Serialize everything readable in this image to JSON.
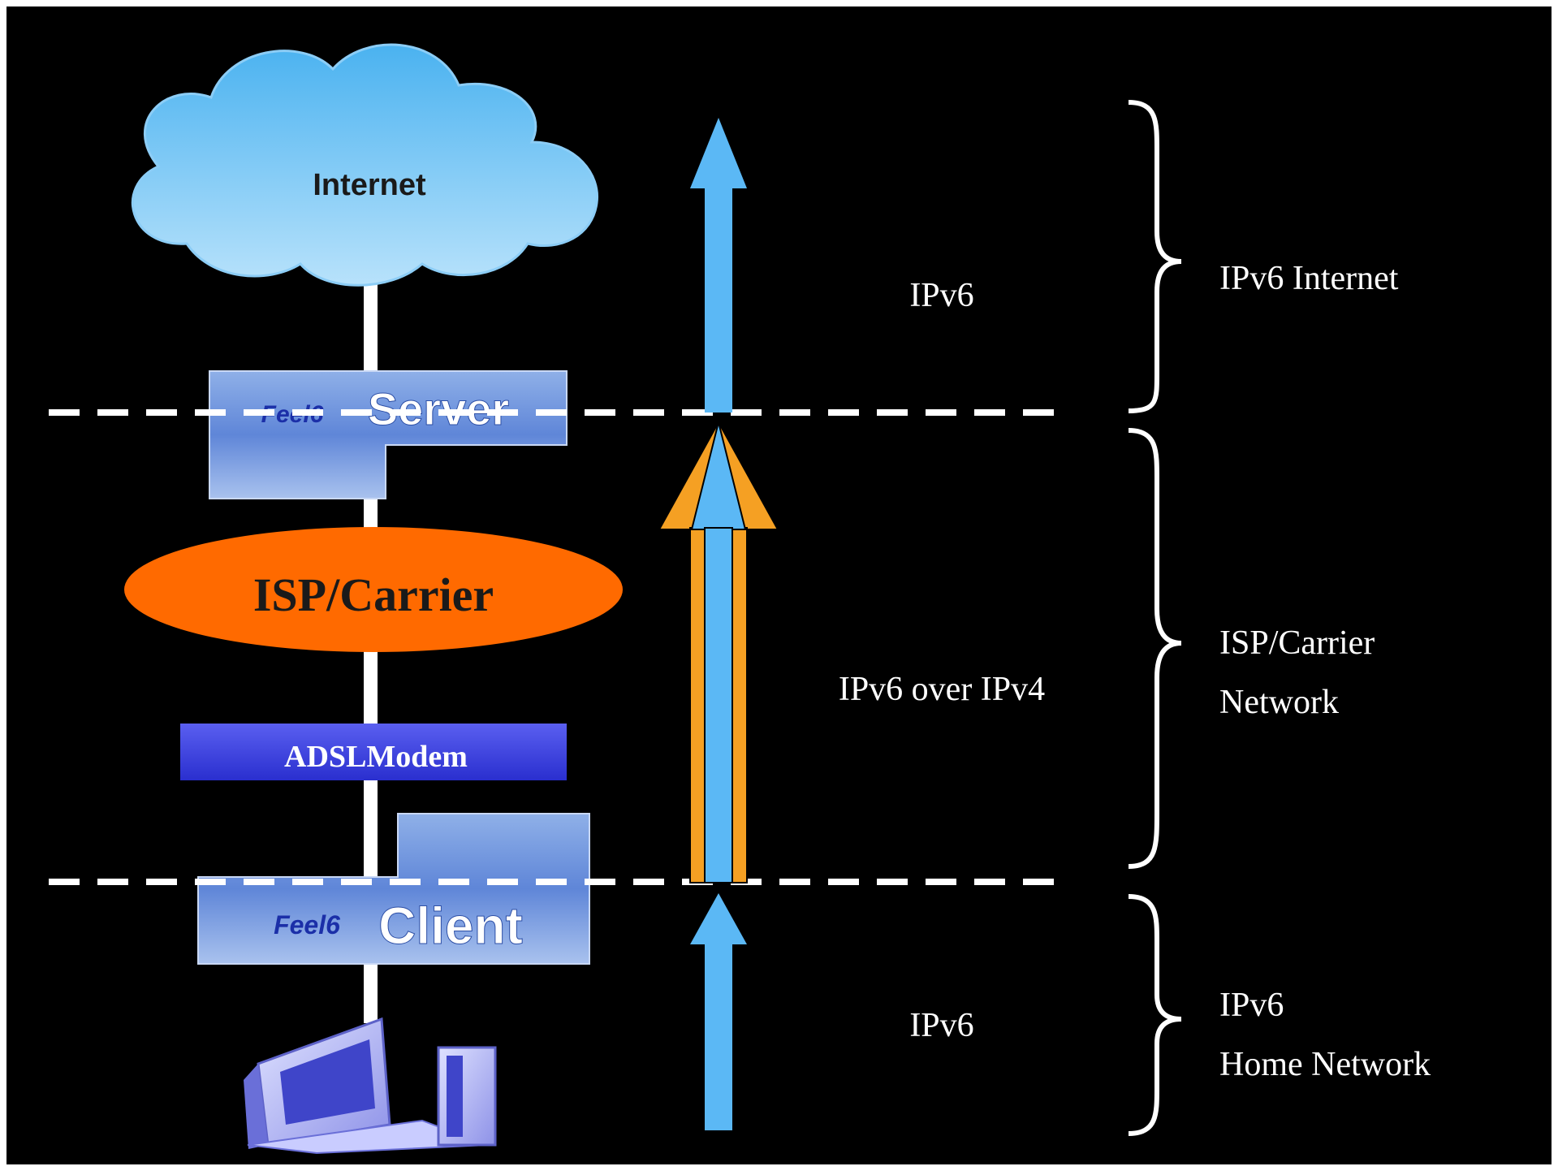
{
  "nodes": {
    "internet": "Internet",
    "server_logo": "Feel6",
    "server": "Server",
    "isp": "ISP/Carrier",
    "modem": "ADSLModem",
    "client_logo": "Feel6",
    "client": "Client"
  },
  "flows": {
    "top": "IPv6",
    "middle": "IPv6 over IPv4",
    "bottom": "IPv6"
  },
  "segments": {
    "internet": "IPv6 Internet",
    "carrier_line1": "ISP/Carrier",
    "carrier_line2": "Network",
    "home_line1": "IPv6",
    "home_line2": "Home Network"
  },
  "colors": {
    "background": "#000000",
    "ipv6_arrow": "#5bb8f5",
    "ipv4_arrow": "#f5a023",
    "isp_ellipse": "#ff6a00",
    "modem": "#3a3fe0"
  }
}
